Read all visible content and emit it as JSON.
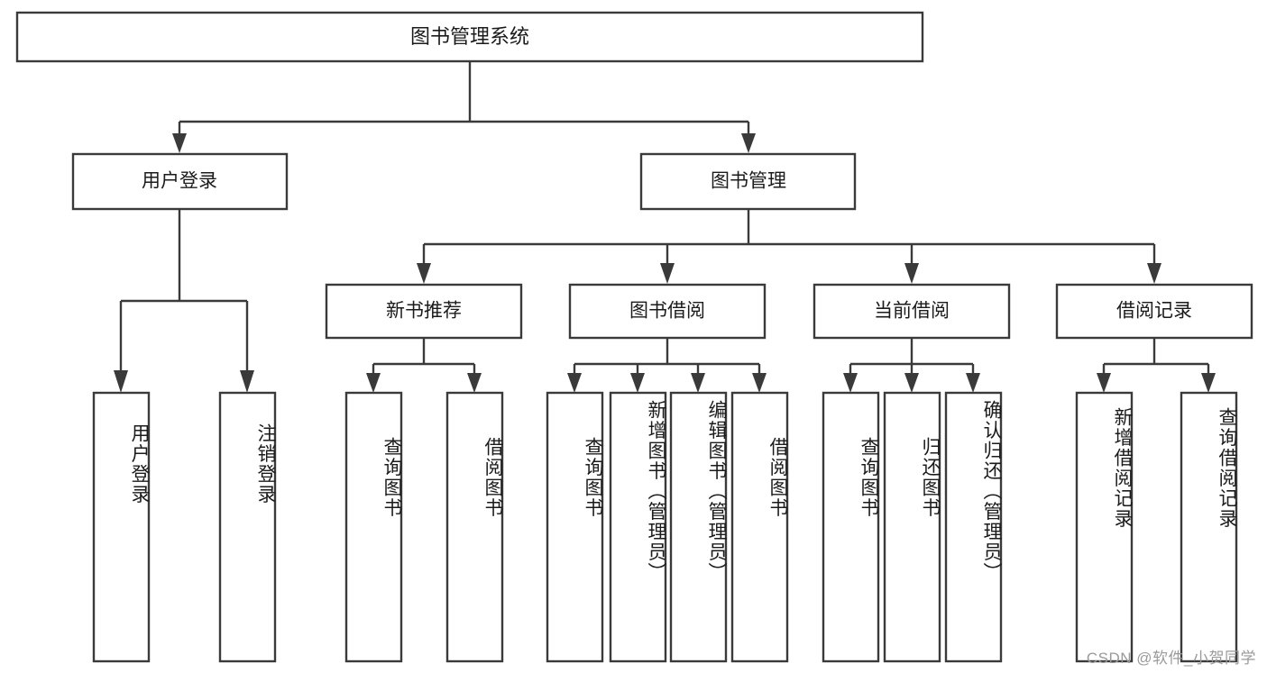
{
  "diagram": {
    "title": "图书管理系统",
    "type": "tree",
    "orientation": "top-down",
    "root": {
      "label": "图书管理系统",
      "level": 0
    },
    "level2": [
      {
        "id": "user-login",
        "label": "用户登录"
      },
      {
        "id": "book-manage",
        "label": "图书管理"
      }
    ],
    "level3": [
      {
        "id": "new-book-recommend",
        "label": "新书推荐",
        "parent": "book-manage"
      },
      {
        "id": "book-borrow",
        "label": "图书借阅",
        "parent": "book-manage"
      },
      {
        "id": "current-borrow",
        "label": "当前借阅",
        "parent": "book-manage"
      },
      {
        "id": "borrow-record",
        "label": "借阅记录",
        "parent": "book-manage"
      }
    ],
    "leaves": {
      "user-login": [
        {
          "id": "leaf-user-login",
          "label": "用户登录"
        },
        {
          "id": "leaf-logout",
          "label": "注销登录"
        }
      ],
      "new-book-recommend": [
        {
          "id": "leaf-query-book-1",
          "label": "查询图书"
        },
        {
          "id": "leaf-borrow-book-1",
          "label": "借阅图书"
        }
      ],
      "book-borrow": [
        {
          "id": "leaf-query-book-2",
          "label": "查询图书"
        },
        {
          "id": "leaf-add-book",
          "label": "新增图书（管理员）"
        },
        {
          "id": "leaf-edit-book",
          "label": "编辑图书（管理员）"
        },
        {
          "id": "leaf-borrow-book-2",
          "label": "借阅图书"
        }
      ],
      "current-borrow": [
        {
          "id": "leaf-query-book-3",
          "label": "查询图书"
        },
        {
          "id": "leaf-return-book",
          "label": "归还图书"
        },
        {
          "id": "leaf-confirm-return",
          "label": "确认归还（管理员）"
        }
      ],
      "borrow-record": [
        {
          "id": "leaf-add-record",
          "label": "新增借阅记录"
        },
        {
          "id": "leaf-query-record",
          "label": "查询借阅记录"
        }
      ]
    },
    "watermark": "CSDN @软件_小贺同学",
    "colors": {
      "stroke": "#3a3a3a",
      "fill": "#ffffff",
      "text": "#1b1b1b",
      "watermark": "#9a9a9a"
    }
  }
}
